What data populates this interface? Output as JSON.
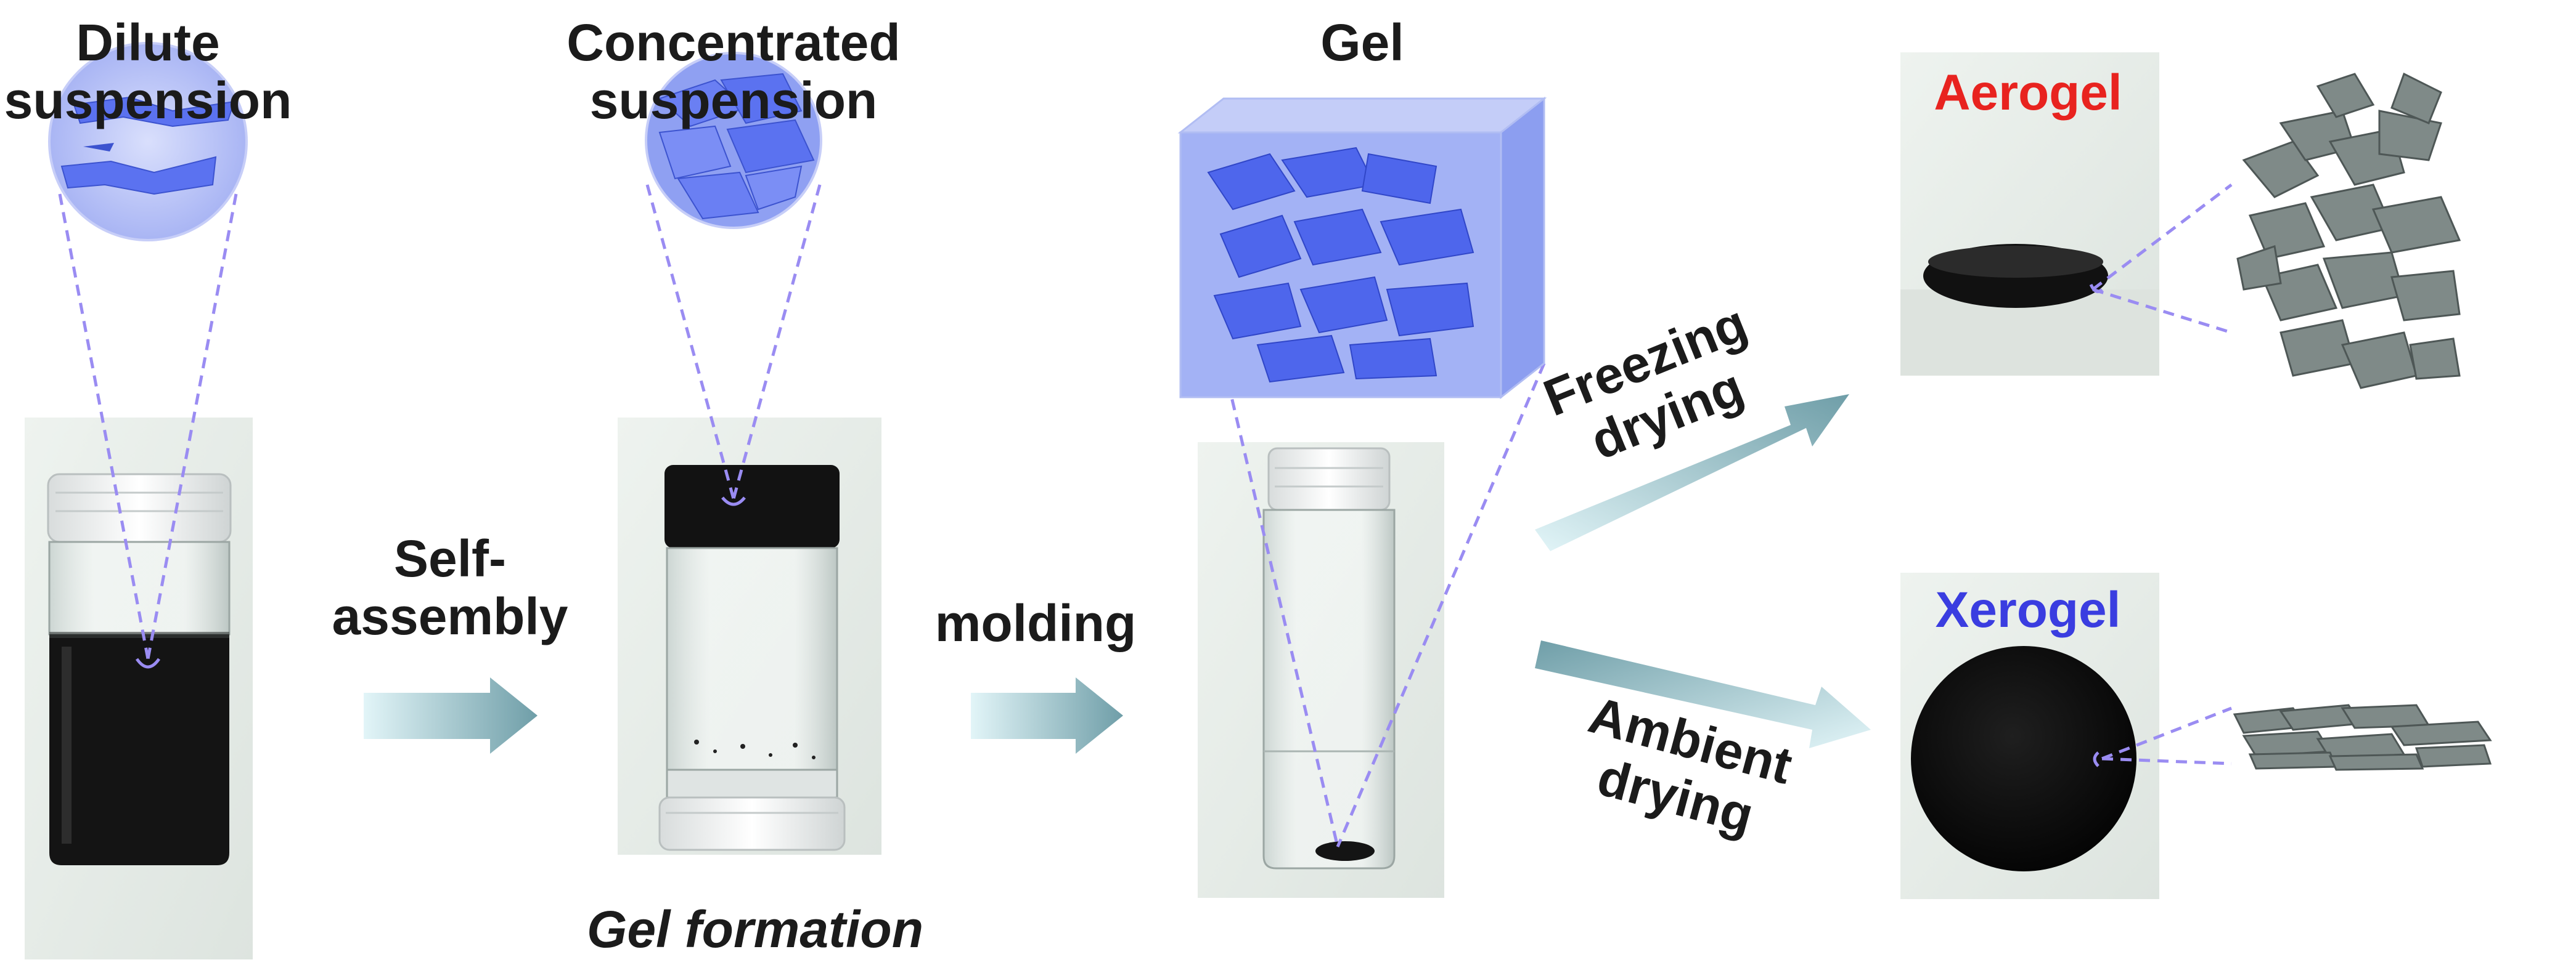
{
  "stages": {
    "dilute": {
      "line1": "Dilute",
      "line2": "suspension"
    },
    "concentrated": {
      "line1": "Concentrated",
      "line2": "suspension"
    },
    "gel": {
      "label": "Gel"
    }
  },
  "steps": {
    "self_assembly": {
      "line1": "Self-",
      "line2": "assembly"
    },
    "molding": {
      "label": "molding"
    },
    "gel_formation": {
      "label": "Gel formation"
    },
    "freezing_drying": {
      "line1": "Freezing",
      "line2": "drying"
    },
    "ambient_drying": {
      "line1": "Ambient",
      "line2": "drying"
    }
  },
  "products": {
    "aerogel": {
      "label": "Aerogel",
      "color": "#e8231f"
    },
    "xerogel": {
      "label": "Xerogel",
      "color": "#3a3de0"
    }
  },
  "colors": {
    "nanosheet_blue": "#5b72f0",
    "gel_cube": "#a3b2f5",
    "arrow_light": "#d7f2f6",
    "arrow_dark": "#72a6b0",
    "zoom_dash": "#9a8cf2",
    "photo_bg": "#e8eee9",
    "vial_fill": "#141414",
    "fragment_gray": "#7f8a88"
  }
}
